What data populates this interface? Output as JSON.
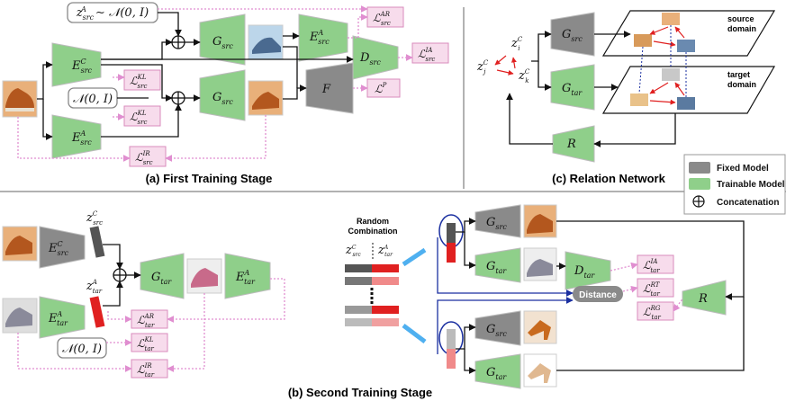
{
  "captions": {
    "first": "(a) First Training Stage",
    "second": "(b) Second Training Stage",
    "relation": "(c) Relation Network"
  },
  "legend": {
    "fixed": "Fixed Model",
    "trainable": "Trainable Model",
    "concat": "Concatenation"
  },
  "first_stage": {
    "sample_prior": "z^A_src ~ N(0,I)",
    "prior": "N(0,I)",
    "modules": [
      "E^C_src",
      "E^A_src",
      "G_src",
      "G_src",
      "E^A_src",
      "D_src",
      "F"
    ],
    "losses": [
      "L^AR_src",
      "L^IA_src",
      "L^KL_src",
      "L^KL_src",
      "L^P",
      "L^IR_src"
    ]
  },
  "second_stage": {
    "latents": [
      "z^C_src",
      "z^A_tar"
    ],
    "prior": "N(0,I)",
    "modules": [
      "E^C_src",
      "E^A_tar",
      "G_tar",
      "E^A_tar"
    ],
    "losses": [
      "L^AR_tar",
      "L^KL_tar",
      "L^IR_tar"
    ],
    "random_combination": "Random Combination",
    "combo_latents": [
      "z^C_src",
      "z^A_tar"
    ],
    "right_modules": [
      "G_src",
      "G_tar",
      "D_tar",
      "G_src",
      "G_tar",
      "R"
    ],
    "right_losses": [
      "L^IA_tar",
      "L^RT_tar",
      "L^RG_tar"
    ],
    "distance": "Distance"
  },
  "relation_net": {
    "nodes": [
      "z^C_i",
      "z^C_j",
      "z^C_k"
    ],
    "modules": [
      "G_src",
      "G_tar",
      "R"
    ],
    "source_domain": "source domain",
    "target_domain": "target domain"
  },
  "colors": {
    "trainable": "#8fcf8a",
    "fixed": "#8a8a8a",
    "loss_bg": "#f7dcec",
    "loss_border": "#d98bbd",
    "dotted": "#e08ed0",
    "blue": "#1a2fa0",
    "arrow_blue": "#4fb0f0",
    "red": "#e02020"
  },
  "icons": [
    "plus-circle-icon",
    "shoe-image",
    "heel-image"
  ]
}
